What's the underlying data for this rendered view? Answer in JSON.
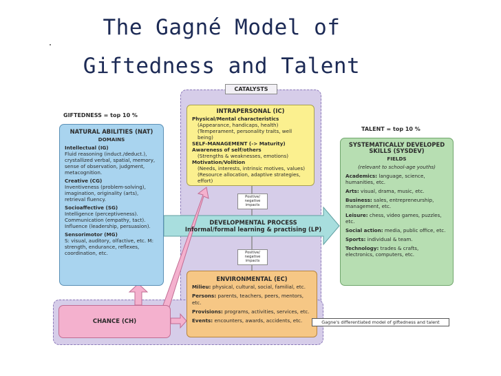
{
  "title_line1": "The Gagné Model of",
  "title_line2": "Giftedness and Talent",
  "catalysts_label": "CATALYSTS",
  "giftedness_label": "GIFTEDNESS = top 10 %",
  "talent_label": "TALENT = top 10 %",
  "natural_abilities": {
    "title": "NATURAL ABILITIES (NAT)",
    "domains": "DOMAINS",
    "sections": [
      {
        "head": "Intellectual (IG)",
        "body": "Fluid reasoning (induct./deduct.), crystallized verbal, spatial, memory, sense of observation, judgment, metacognition."
      },
      {
        "head": "Creative (CG)",
        "body": "Inventiveness (problem-solving), imagination, originality (arts), retrieval fluency."
      },
      {
        "head": "Socioaffective (SG)",
        "body": "Intelligence (perceptiveness). Communication (empathy, tact). Influence (leadership, persuasion)."
      },
      {
        "head": "Sensorimotor (MG)",
        "body": "S: visual, auditory, olfactive, etc. M: strength, endurance, reflexes, coordination, etc."
      }
    ]
  },
  "intrapersonal": {
    "title": "INTRAPERSONAL (IC)",
    "lines": [
      {
        "text": "Physical/Mental characteristics",
        "bold": true,
        "indent": false
      },
      {
        "text": "(Appearance, handicaps, health)",
        "bold": false,
        "indent": true
      },
      {
        "text": "(Temperament, personality traits, well being)",
        "bold": false,
        "indent": true
      },
      {
        "text": "SELF-MANAGEMENT (-> Maturity)",
        "bold": true,
        "indent": false
      },
      {
        "text": "Awareness of self/others",
        "bold": true,
        "indent": false
      },
      {
        "text": "(Strengths & weaknesses, emotions)",
        "bold": false,
        "indent": true
      },
      {
        "text": "Motivation/Volition",
        "bold": true,
        "indent": false
      },
      {
        "text": "(Needs, interests, intrinsic motives, values)",
        "bold": false,
        "indent": true
      },
      {
        "text": "(Resource allocation, adaptive strategies, effort)",
        "bold": false,
        "indent": true
      }
    ]
  },
  "impacts_note": "Positive/ negative impacts",
  "developmental": {
    "title": "DEVELOPMENTAL PROCESS",
    "subtitle": "Informal/formal learning & practising (LP)"
  },
  "environmental": {
    "title": "ENVIRONMENTAL (EC)",
    "lines": [
      {
        "head": "Milieu:",
        "body": " physical, cultural, social, familial, etc."
      },
      {
        "head": "Persons:",
        "body": " parents, teachers, peers, mentors, etc."
      },
      {
        "head": "Provisions:",
        "body": " programs, activities, services, etc."
      },
      {
        "head": "Events:",
        "body": " encounters, awards, accidents, etc."
      }
    ]
  },
  "skills": {
    "title": "SYSTEMATICALLY DEVELOPED SKILLS (SYSDEV)",
    "fields": "FIELDS",
    "fields_note": "(relevant to school-age youths)",
    "lines": [
      {
        "head": "Academics:",
        "body": " language, science, humanities, etc."
      },
      {
        "head": "Arts:",
        "body": " visual, drama, music, etc."
      },
      {
        "head": "Business:",
        "body": " sales, entrepreneurship, management, etc."
      },
      {
        "head": "Leisure:",
        "body": " chess, video games, puzzles, etc."
      },
      {
        "head": "Social action:",
        "body": " media, public office, etc."
      },
      {
        "head": "Sports:",
        "body": " individual & team."
      },
      {
        "head": "Technology:",
        "body": " trades & crafts, electronics, computers, etc."
      }
    ]
  },
  "chance_label": "CHANCE (CH)",
  "caption": "Gagne's differentiated model of giftedness and talent",
  "colors": {
    "natural": "#a9d4ef",
    "intrapersonal": "#fbf08f",
    "environmental": "#f6c785",
    "skills": "#b7deb2",
    "chance": "#f4b1ce",
    "catalyst_bg": "#d6cde9",
    "process_arrow": "#a8dede",
    "title": "#1c2a55"
  }
}
